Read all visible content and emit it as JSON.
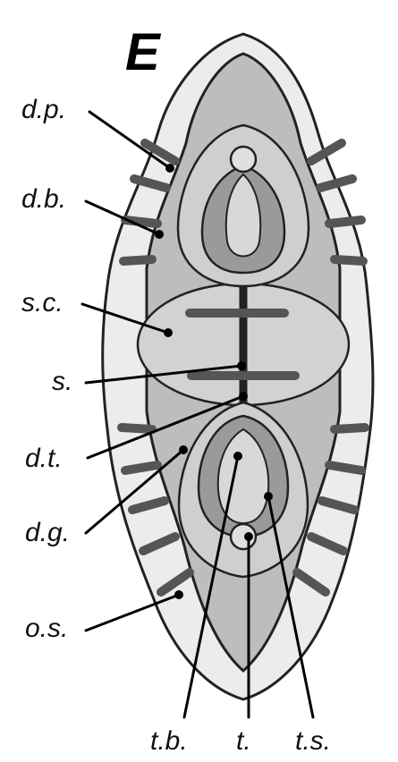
{
  "panel_letter": "E",
  "labels": {
    "dp": "d.p.",
    "db": "d.b.",
    "sc": "s.c.",
    "s": "s.",
    "dt": "d.t.",
    "dg": "d.g.",
    "os": "o.s.",
    "tb": "t.b.",
    "t": "t.",
    "ts": "t.s."
  }
}
